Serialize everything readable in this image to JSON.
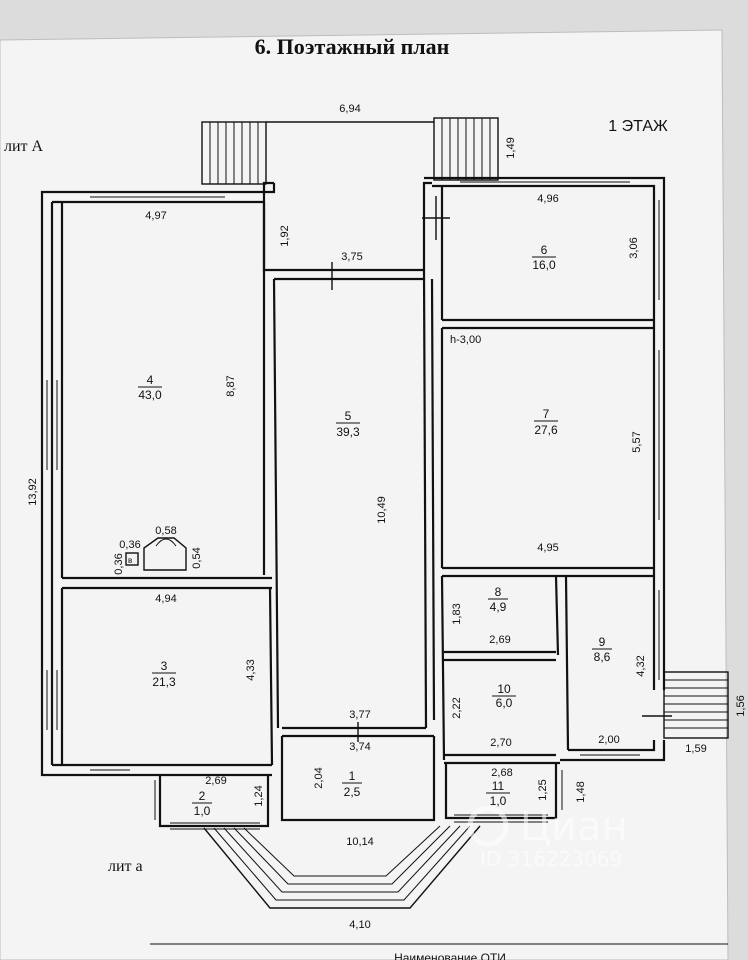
{
  "header": {
    "title": "6. Поэтажный план",
    "floor_label": "1 ЭТАЖ",
    "lit_main": "лит А",
    "lit_annex": "лит а",
    "footer_fragment": "Наименование ОТИ"
  },
  "height_note": "h-3,00",
  "rooms": [
    {
      "num": "1",
      "area": "2,5"
    },
    {
      "num": "2",
      "area": "1,0"
    },
    {
      "num": "3",
      "area": "21,3"
    },
    {
      "num": "4",
      "area": "43,0"
    },
    {
      "num": "5",
      "area": "39,3"
    },
    {
      "num": "6",
      "area": "16,0"
    },
    {
      "num": "7",
      "area": "27,6"
    },
    {
      "num": "8",
      "area": "4,9"
    },
    {
      "num": "9",
      "area": "8,6"
    },
    {
      "num": "10",
      "area": "6,0"
    },
    {
      "num": "11",
      "area": "1,0"
    }
  ],
  "dimensions": {
    "top_porch_width": "6,94",
    "top_porch_depth": "1,49",
    "overall_height": "13,92",
    "room4_width": "4,97",
    "room4_length": "8,87",
    "vestibule_depth": "1,92",
    "vestibule_width": "3,75",
    "room6_width": "4,96",
    "room6_depth": "3,06",
    "room5_length": "10,49",
    "room7_depth": "5,57",
    "room7_width": "4,95",
    "stove_width": "0,58",
    "stove_small_a": "0,36",
    "stove_small_b": "0,36",
    "stove_depth": "0,54",
    "room3_width": "4,94",
    "room3_depth": "4,33",
    "room8_depth": "1,83",
    "room8_width": "2,69",
    "room9_depth": "4,32",
    "room9_width": "2,00",
    "room10_depth": "2,22",
    "room10_width": "2,70",
    "room5_bottom": "3,77",
    "room1_width": "3,74",
    "room1_depth": "2,04",
    "room2_width": "2,69",
    "room2_depth": "1,24",
    "room11_width": "2,68",
    "room11_depth": "1,25",
    "annex_right_depth": "1,48",
    "right_porch_width": "1,59",
    "right_porch_depth": "1,56",
    "bottom_overall": "10,14",
    "bottom_porch": "4,10"
  },
  "watermark": {
    "brand": "Циан",
    "id_text": "ID 316223069"
  }
}
